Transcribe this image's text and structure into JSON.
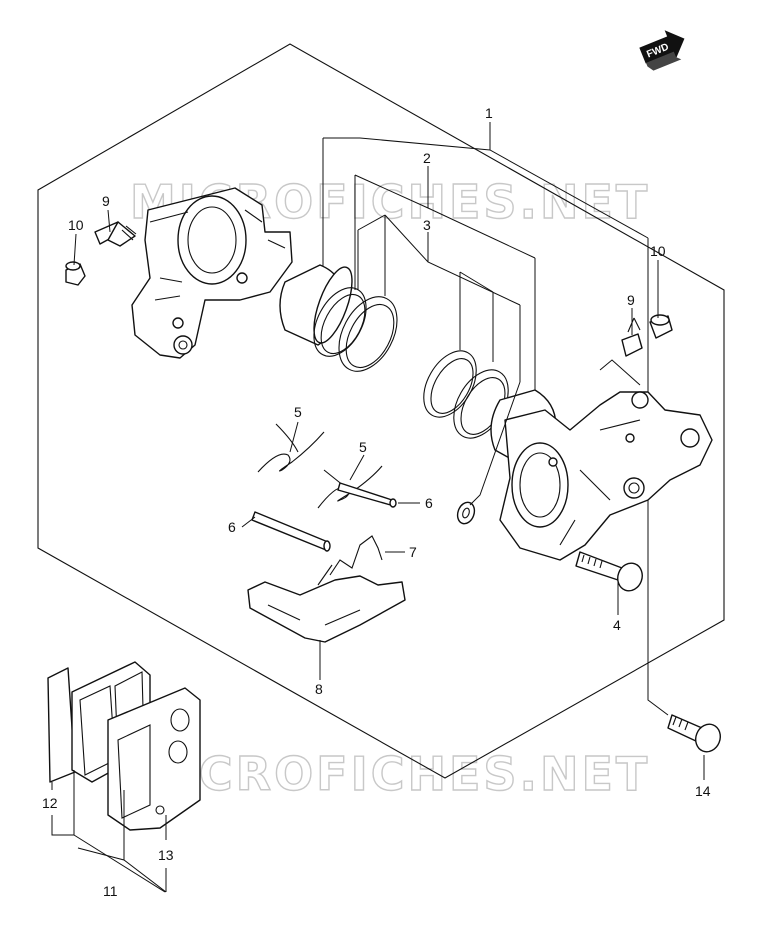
{
  "watermark": "MICROFICHES.NET",
  "direction_badge": "FWD",
  "callouts": [
    {
      "id": "1",
      "label": "1"
    },
    {
      "id": "2",
      "label": "2"
    },
    {
      "id": "3",
      "label": "3"
    },
    {
      "id": "4",
      "label": "4"
    },
    {
      "id": "5a",
      "label": "5"
    },
    {
      "id": "5b",
      "label": "5"
    },
    {
      "id": "6a",
      "label": "6"
    },
    {
      "id": "6b",
      "label": "6"
    },
    {
      "id": "7",
      "label": "7"
    },
    {
      "id": "8",
      "label": "8"
    },
    {
      "id": "9a",
      "label": "9"
    },
    {
      "id": "9b",
      "label": "9"
    },
    {
      "id": "10a",
      "label": "10"
    },
    {
      "id": "10b",
      "label": "10"
    },
    {
      "id": "11",
      "label": "11"
    },
    {
      "id": "12",
      "label": "12"
    },
    {
      "id": "13",
      "label": "13"
    },
    {
      "id": "14",
      "label": "14"
    }
  ]
}
